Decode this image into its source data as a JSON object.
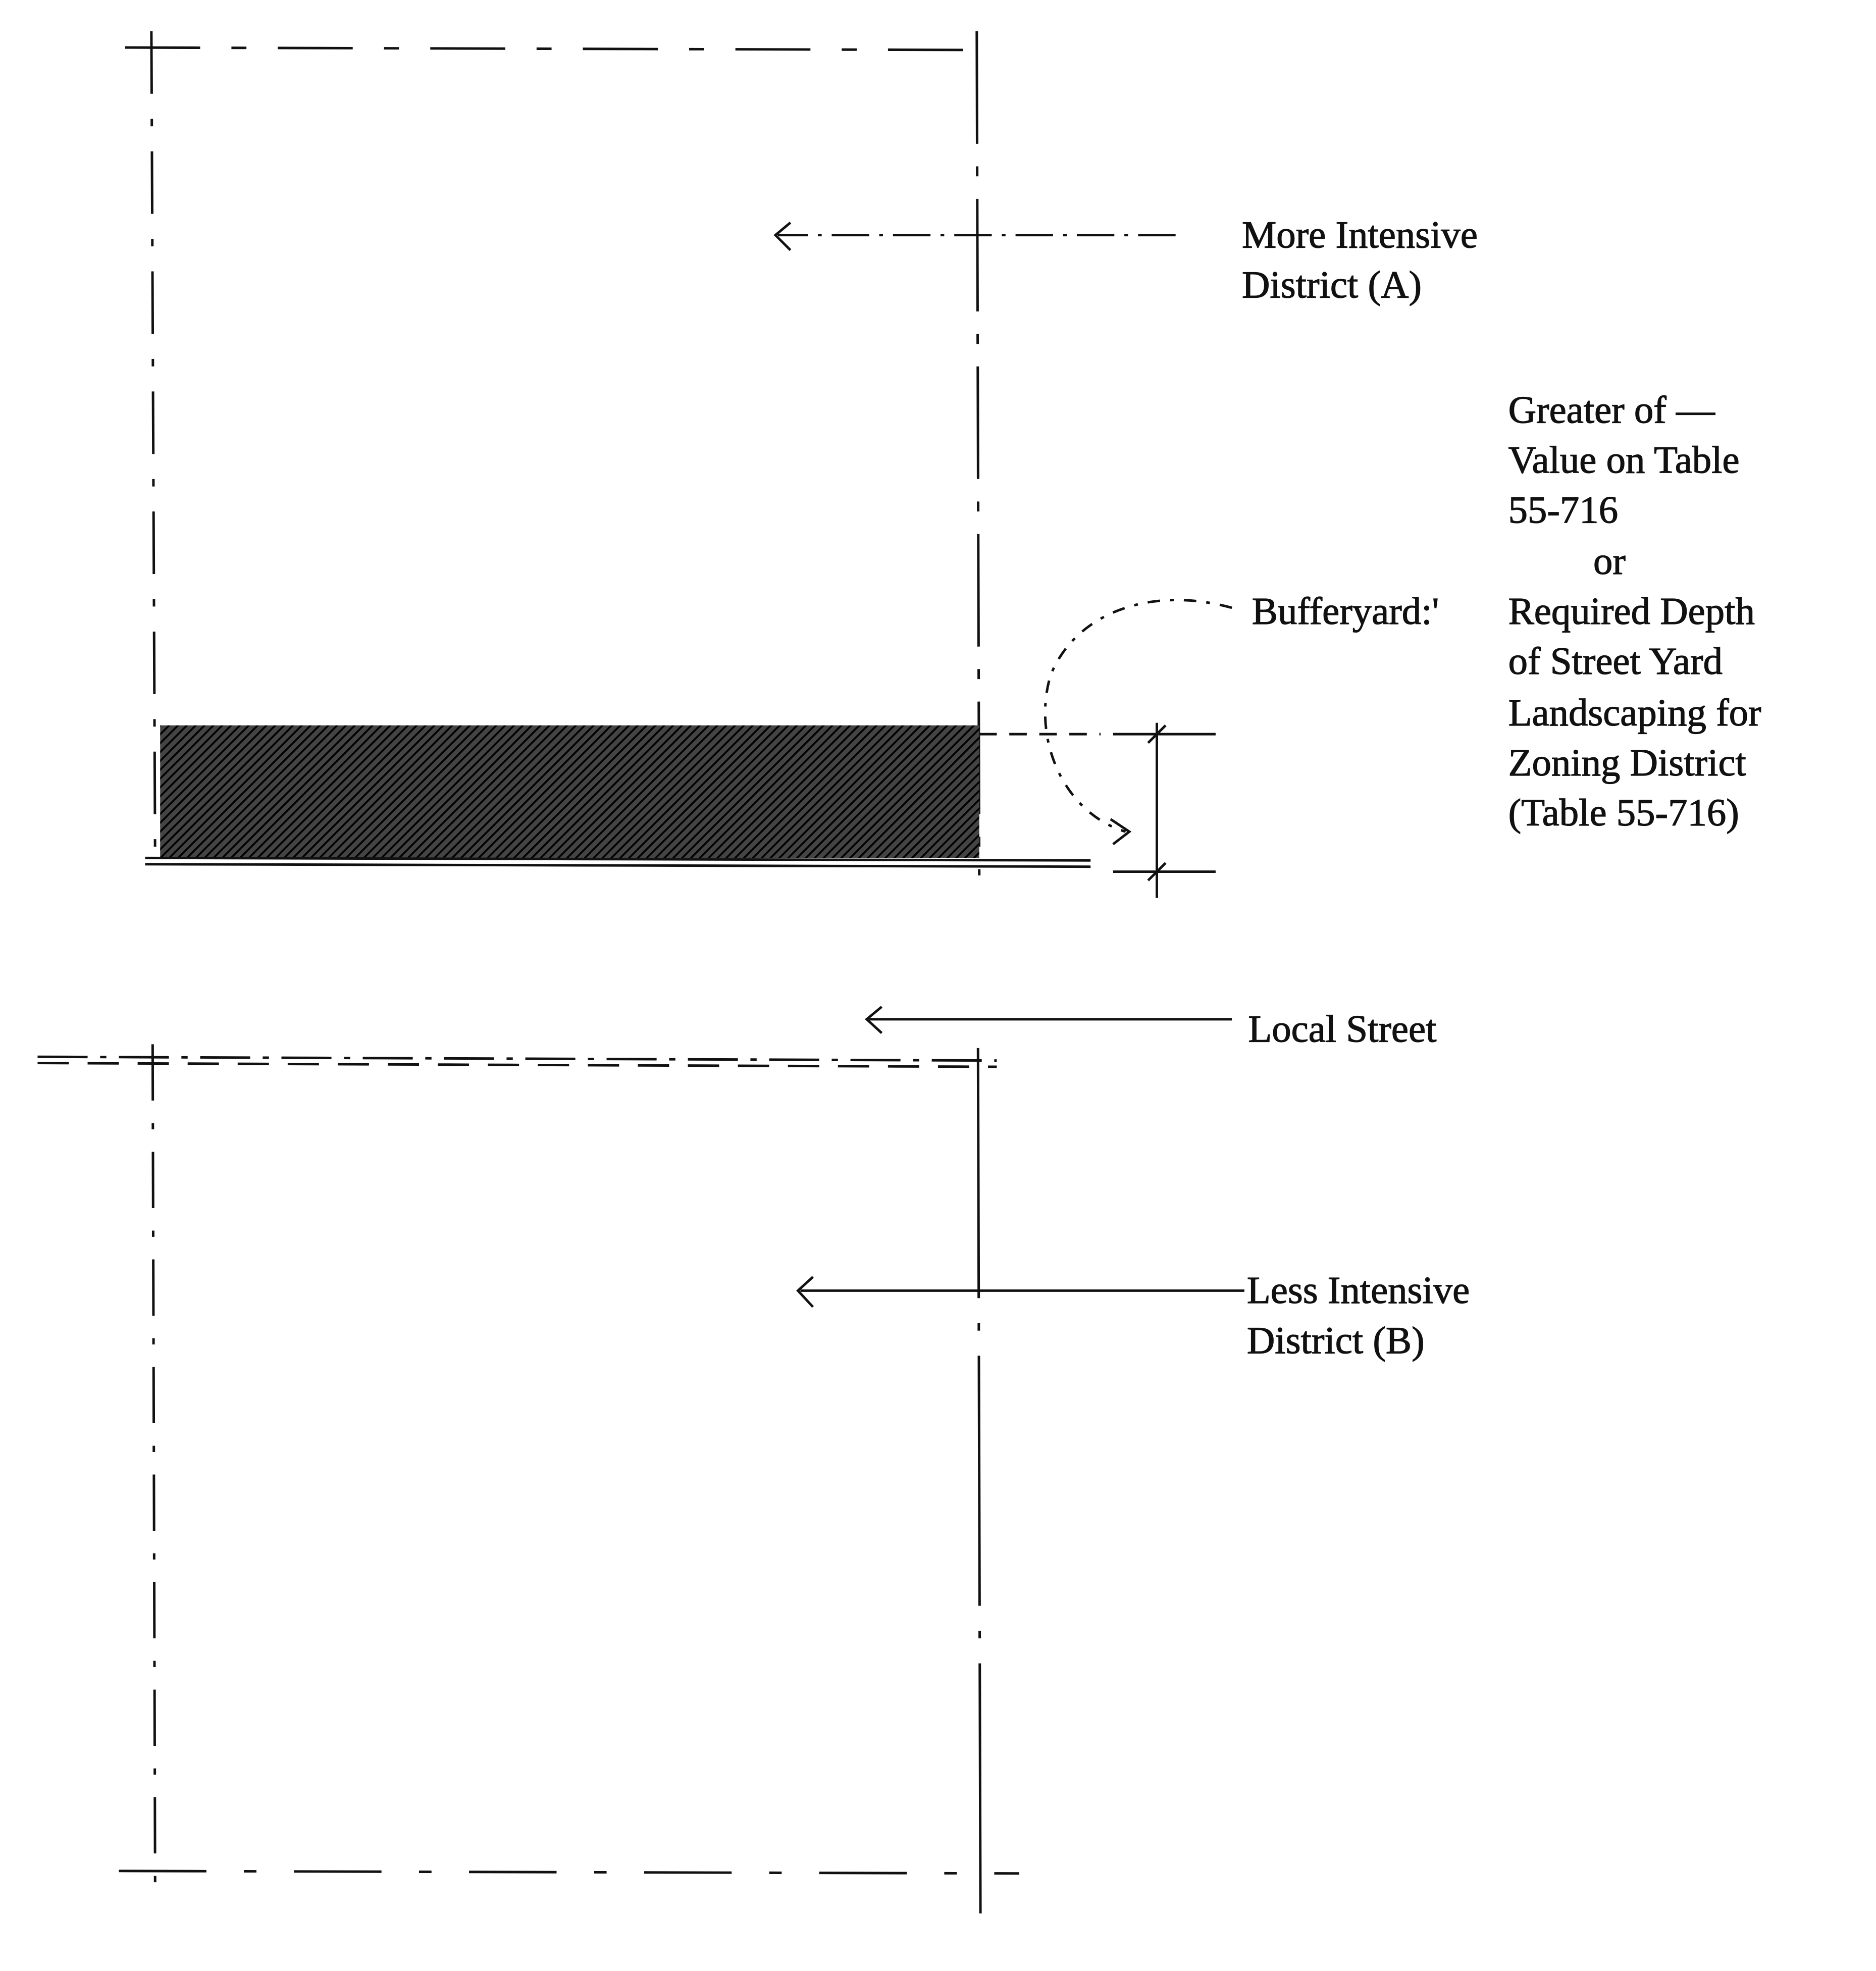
{
  "labels": {
    "more_intensive": [
      "More Intensive",
      "District (A)"
    ],
    "bufferyard": "Bufferyard:'",
    "bufferyard_rule": [
      "Greater of —",
      "Value on Table",
      "55-716",
      "or",
      "Required Depth",
      "of Street Yard",
      "Landscaping for",
      "Zoning District",
      "(Table 55-716)"
    ],
    "local_street": "Local Street",
    "less_intensive": [
      "Less Intensive",
      "District (B)"
    ]
  },
  "colors": {
    "ink": "#111111",
    "background": "#ffffff"
  }
}
